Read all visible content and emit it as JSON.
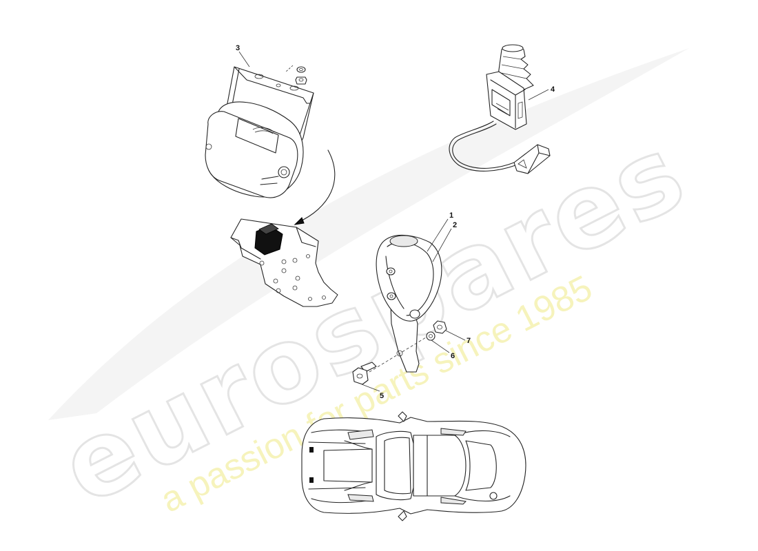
{
  "watermark": {
    "logo": "eurospares",
    "tagline": "a passion for parts since 1985"
  },
  "callouts": {
    "c1": "1",
    "c2": "2",
    "c3": "3",
    "c4": "4",
    "c5": "5",
    "c6": "6",
    "c7": "7"
  },
  "icons": {
    "horn": "horn-icon",
    "siren": "siren-icon",
    "switch": "switch-icon",
    "bracket": "bracket-icon",
    "bolt": "bolt-icon",
    "washer": "washer-icon",
    "nut": "nut-icon",
    "car": "car-top-view-icon"
  }
}
